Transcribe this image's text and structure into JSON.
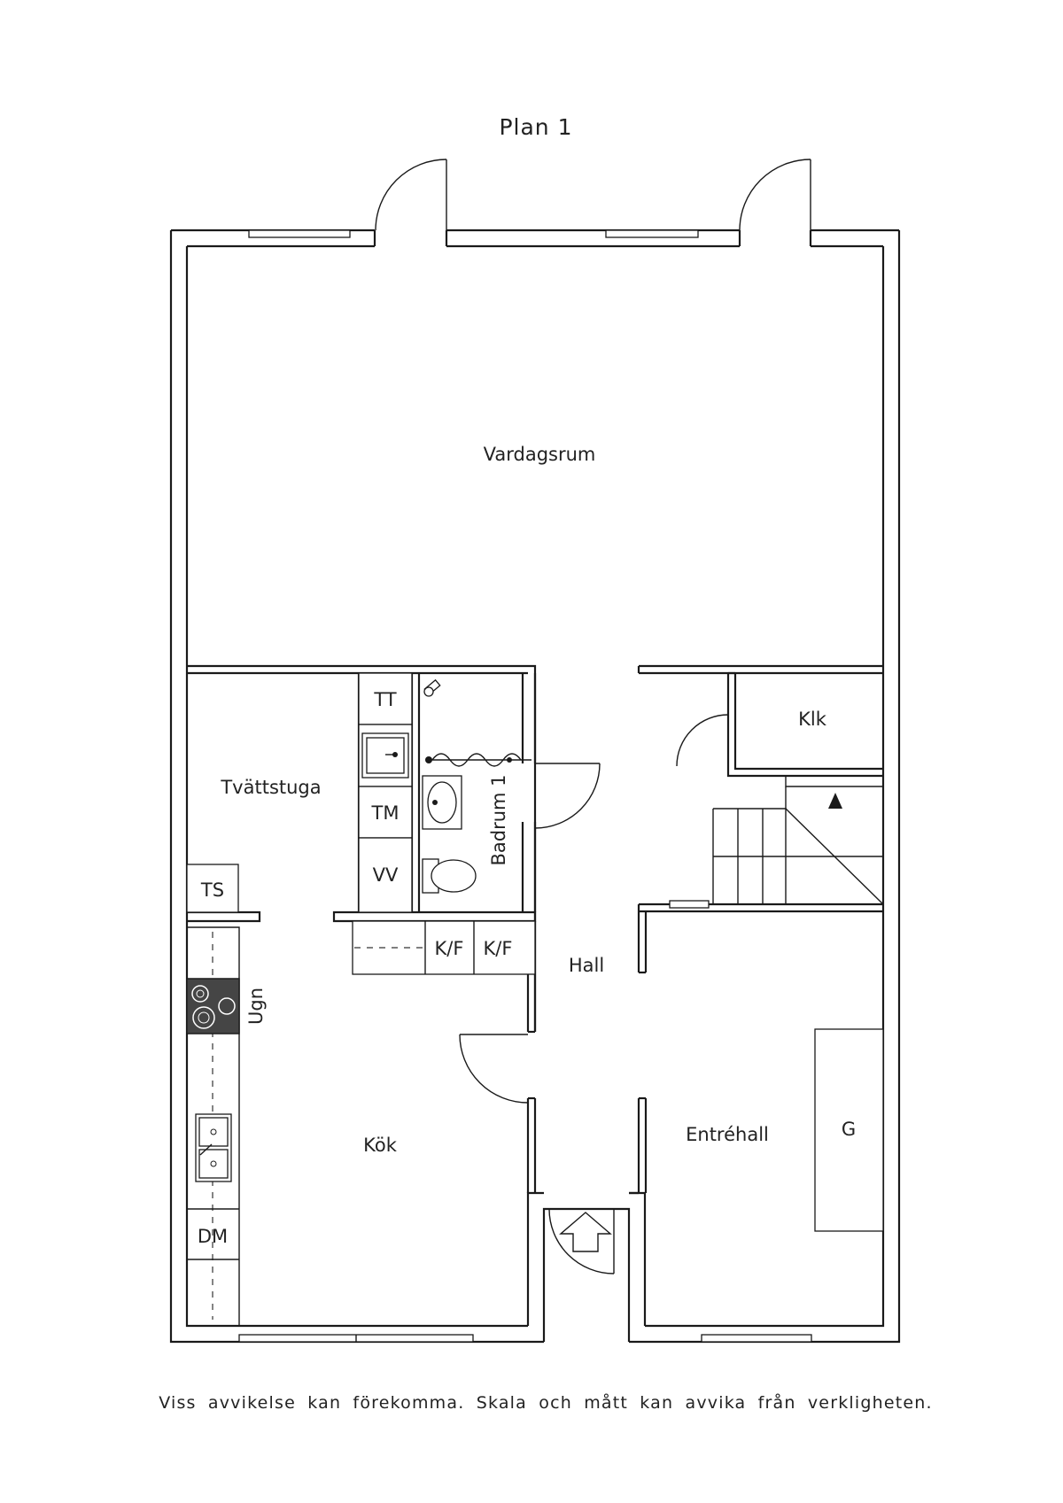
{
  "plan": {
    "title": "Plan  1",
    "disclaimer": "Viss avvikelse kan förekomma. Skala och mått kan avvika från verkligheten.",
    "rooms": {
      "vardagsrum": "Vardagsrum",
      "tvattstuga": "Tvättstuga",
      "badrum": "Badrum 1",
      "klk": "Klk",
      "hall": "Hall",
      "kok": "Kök",
      "entrehall": "Entréhall"
    },
    "fixtures": {
      "tt": "TT",
      "tm": "TM",
      "vv": "VV",
      "ts": "TS",
      "kf1": "K/F",
      "kf2": "K/F",
      "ugn": "Ugn",
      "dm": "DM",
      "g": "G"
    }
  }
}
